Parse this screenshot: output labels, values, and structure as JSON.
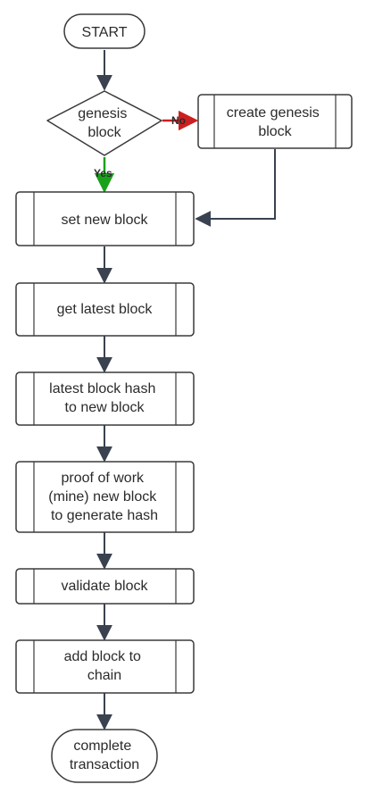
{
  "diagram": {
    "start": {
      "label": "START"
    },
    "decision": {
      "lines": [
        "genesis",
        "block"
      ]
    },
    "create_genesis": {
      "lines": [
        "create genesis",
        "block"
      ]
    },
    "set_new_block": {
      "lines": [
        "set new block"
      ]
    },
    "get_latest_block": {
      "lines": [
        "get latest block"
      ]
    },
    "latest_hash": {
      "lines": [
        "latest block hash",
        "to new block"
      ]
    },
    "proof_of_work": {
      "lines": [
        "proof of work",
        "(mine) new block",
        "to generate hash"
      ]
    },
    "validate_block": {
      "lines": [
        "validate block"
      ]
    },
    "add_block": {
      "lines": [
        "add block to",
        "chain"
      ]
    },
    "complete": {
      "lines": [
        "complete",
        "transaction"
      ]
    },
    "edges": {
      "yes_label": "Yes",
      "no_label": "No"
    },
    "colors": {
      "yes": "#1aa11a",
      "no": "#cc1f1f",
      "line": "#3a4250",
      "stroke": "#3a3a3a"
    }
  }
}
